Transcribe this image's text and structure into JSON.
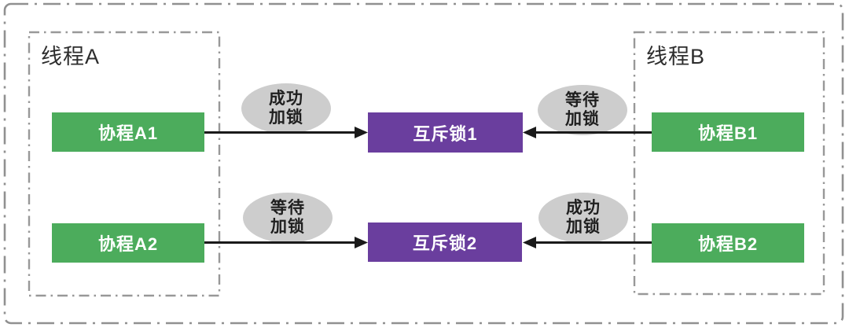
{
  "diagram": {
    "threads": [
      {
        "label": "线程A",
        "coroutines": [
          "协程A1",
          "协程A2"
        ]
      },
      {
        "label": "线程B",
        "coroutines": [
          "协程B1",
          "协程B2"
        ]
      }
    ],
    "mutexes": [
      "互斥锁1",
      "互斥锁2"
    ],
    "edges": [
      {
        "from": "协程A1",
        "to": "互斥锁1",
        "label": "成功加锁",
        "lines": [
          "成功",
          "加锁"
        ],
        "direction": "right"
      },
      {
        "from": "协程B1",
        "to": "互斥锁1",
        "label": "等待加锁",
        "lines": [
          "等待",
          "加锁"
        ],
        "direction": "left"
      },
      {
        "from": "协程A2",
        "to": "互斥锁2",
        "label": "等待加锁",
        "lines": [
          "等待",
          "加锁"
        ],
        "direction": "right"
      },
      {
        "from": "协程B2",
        "to": "互斥锁2",
        "label": "成功加锁",
        "lines": [
          "成功",
          "加锁"
        ],
        "direction": "left"
      }
    ],
    "colors": {
      "coroutine_fill": "#4cac5c",
      "mutex_fill": "#6a3e9e",
      "annotation_fill": "#cdcdcd",
      "boundary_gray": "#939393",
      "arrow": "#1a1a1a",
      "title_text": "#2d2d2d",
      "node_text": "#ffffff"
    }
  }
}
